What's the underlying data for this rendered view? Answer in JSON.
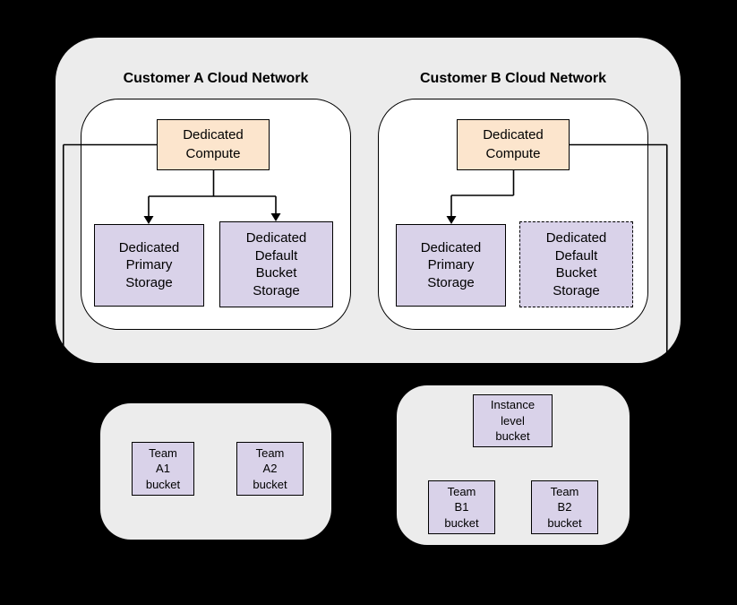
{
  "colors": {
    "canvas_bg": "#000000",
    "container_fill": "#ececec",
    "network_fill": "#ffffff",
    "compute_fill": "#fce5cd",
    "storage_fill": "#d9d2e9",
    "line": "#000000"
  },
  "networks": [
    {
      "title": "Customer A Cloud Network",
      "compute_label": "Dedicated\nCompute",
      "primary_storage_label": "Dedicated\nPrimary\nStorage",
      "bucket_storage_label": "Dedicated\nDefault\nBucket\nStorage",
      "bucket_storage_border": "solid"
    },
    {
      "title": "Customer B Cloud Network",
      "compute_label": "Dedicated\nCompute",
      "primary_storage_label": "Dedicated\nPrimary\nStorage",
      "bucket_storage_label": "Dedicated\nDefault\nBucket\nStorage",
      "bucket_storage_border": "dashed"
    }
  ],
  "bucket_groups": {
    "a": {
      "bucket1": "Team\nA1\nbucket",
      "bucket2": "Team\nA2\nbucket"
    },
    "b": {
      "instance_bucket": "Instance\nlevel\nbucket",
      "bucket1": "Team\nB1\nbucket",
      "bucket2": "Team\nB2\nbucket"
    }
  }
}
